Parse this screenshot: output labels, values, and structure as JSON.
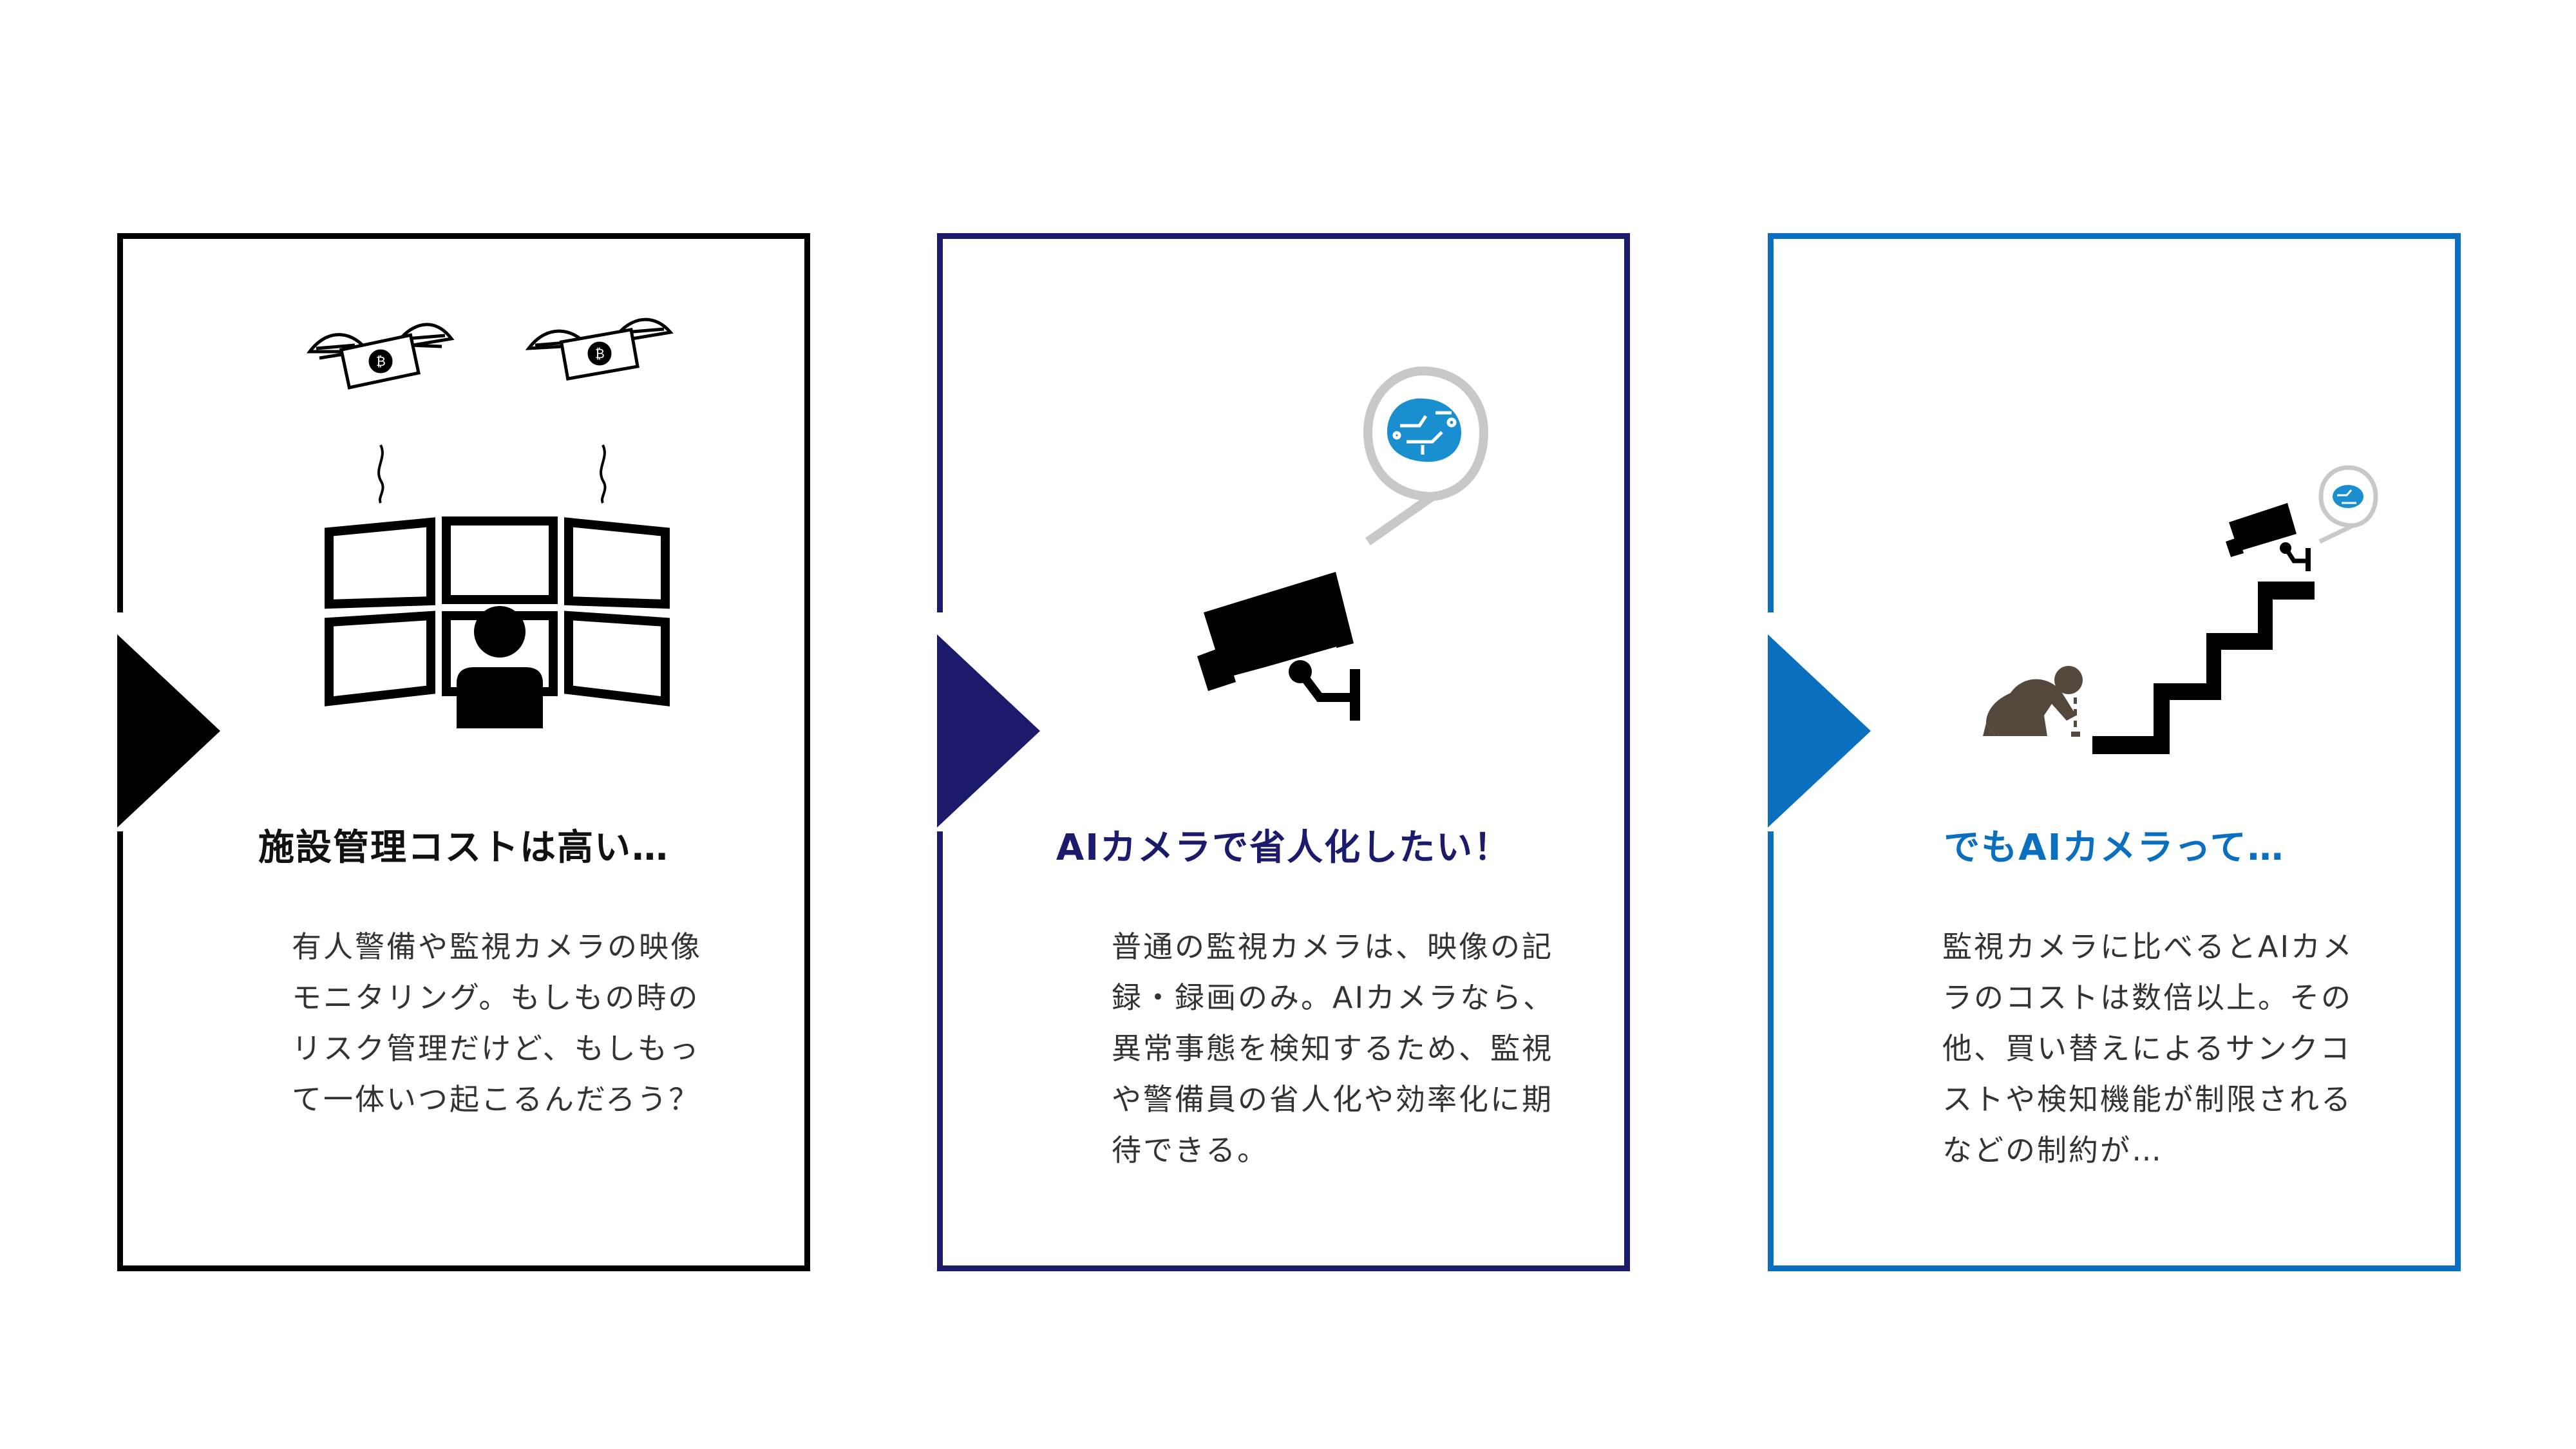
{
  "colors": {
    "card1_accent": "#000000",
    "card2_accent": "#1b1a6b",
    "card3_accent": "#0b6fbf",
    "brain_blue": "#1a8fd0",
    "bubble_gray": "#c8c8c8",
    "person_brown": "#54483c"
  },
  "cards": [
    {
      "title": "施設管理コストは高い…",
      "body": "有人警備や監視カメラの映像\nモニタリング。もしもの時の\nリスク管理だけど、もしもっ\nて一体いつ起こるんだろう？",
      "icons": [
        "flying-money-icon",
        "monitor-wall-icon",
        "operator-icon"
      ]
    },
    {
      "title": "AIカメラで省人化したい！",
      "body": "普通の監視カメラは、映像の記\n録・録画のみ。AIカメラなら、\n異常事態を検知するため、監視\nや警備員の省人化や効率化に期\n待できる。",
      "icons": [
        "security-camera-icon",
        "brain-bubble-icon"
      ]
    },
    {
      "title": "でもAIカメラって…",
      "body": "監視カメラに比べるとAIカメ\nラのコストは数倍以上。その\n他、買い替えによるサンクコ\nストや検知機能が制限される\nなどの制約が…",
      "icons": [
        "staircase-icon",
        "security-camera-icon",
        "brain-bubble-icon",
        "kneeling-person-icon"
      ]
    }
  ]
}
